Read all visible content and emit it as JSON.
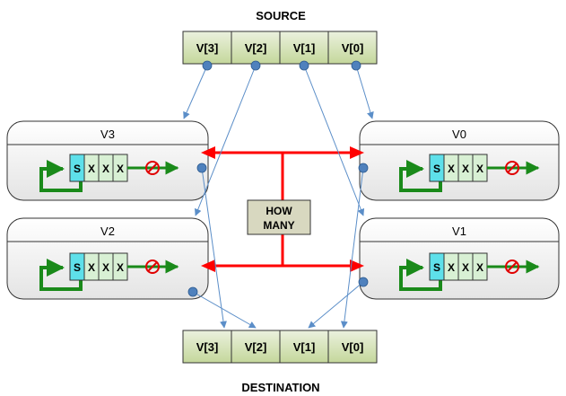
{
  "source_title": "SOURCE",
  "destination_title": "DESTINATION",
  "source_slots": [
    "V[3]",
    "V[2]",
    "V[1]",
    "V[0]"
  ],
  "destination_slots": [
    "V[3]",
    "V[2]",
    "V[1]",
    "V[0]"
  ],
  "vector_units": [
    {
      "label": "V3",
      "cells": [
        "S",
        "X",
        "X",
        "X"
      ]
    },
    {
      "label": "V0",
      "cells": [
        "S",
        "X",
        "X",
        "X"
      ]
    },
    {
      "label": "V2",
      "cells": [
        "S",
        "X",
        "X",
        "X"
      ]
    },
    {
      "label": "V1",
      "cells": [
        "S",
        "X",
        "X",
        "X"
      ]
    }
  ],
  "center_box": {
    "line1": "HOW",
    "line2": "MANY"
  },
  "colors": {
    "slot_fill": "#d8e4bc",
    "slot_fill_light": "#ebf1de",
    "s_cell_fill": "#5ee0ea",
    "x_cell_fill": "#d8f0d4",
    "unit_header_fill": "#f2f2f2",
    "arrow_blue": "#5b8ec8",
    "arrow_red": "#ff0000",
    "loop_green": "#1a8a1a",
    "no_symbol": "#e00000",
    "center_box_fill": "#d8d8c0"
  },
  "icons": [
    "loop-arrow-icon",
    "no-entry-icon",
    "connector-dot-icon"
  ]
}
